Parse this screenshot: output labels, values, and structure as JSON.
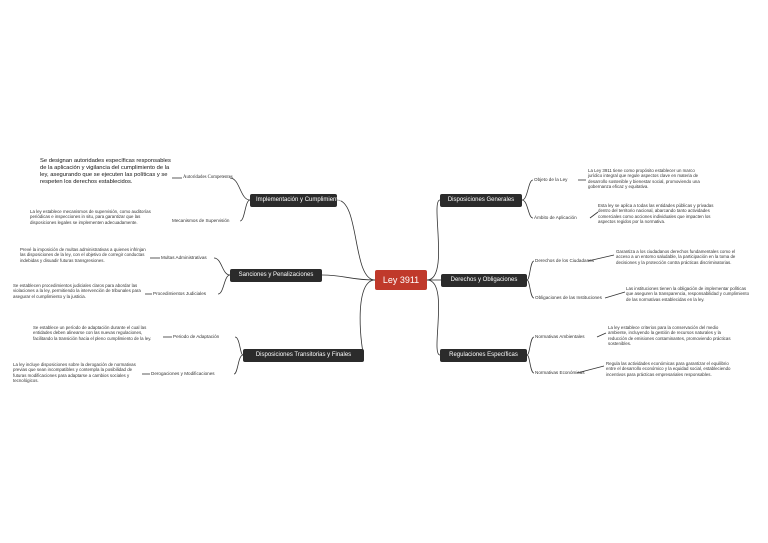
{
  "root": {
    "label": "Ley 3911"
  },
  "branches": {
    "implementacion": {
      "label": "Implementación y Cumplimiento",
      "children": [
        {
          "label": "Autoridades Competentes",
          "desc": "Se designan autoridades específicas responsables de la aplicación y vigilancia del cumplimiento de la ley, asegurando que se ejecuten las políticas y se respeten los derechos establecidos."
        },
        {
          "label": "Mecanismos de Supervisión",
          "desc": "La ley establece mecanismos de supervisión, como auditorías periódicas e inspecciones in situ, para garantizar que las disposiciones legales se implementen adecuadamente."
        }
      ]
    },
    "sanciones": {
      "label": "Sanciones y Penalizaciones",
      "children": [
        {
          "label": "Multas Administrativas",
          "desc": "Prevé la imposición de multas administrativas a quienes infrinjan las disposiciones de la ley, con el objetivo de corregir conductas indebidas y disuadir futuras transgresiones."
        },
        {
          "label": "Procedimientos Judiciales",
          "desc": "Se establecen procedimientos judiciales claros para abordar las violaciones a la ley, permitiendo la intervención de tribunales para asegurar el cumplimiento y la justicia."
        }
      ]
    },
    "transitorias": {
      "label": "Disposiciones Transitorias y Finales",
      "children": [
        {
          "label": "Periodo de Adaptación",
          "desc": "Se establece un período de adaptación durante el cual las entidades deben alinearse con las nuevas regulaciones, facilitando la transición hacia el pleno cumplimiento de la ley."
        },
        {
          "label": "Derogaciones y Modificaciones",
          "desc": "La ley incluye disposiciones sobre la derogación de normativas previas que sean incompatibles y contempla la posibilidad de futuras modificaciones para adaptarse a cambios sociales y tecnológicos."
        }
      ]
    },
    "generales": {
      "label": "Disposiciones Generales",
      "children": [
        {
          "label": "Objeto de la Ley",
          "desc": "La Ley 3911 tiene como propósito establecer un marco jurídico integral que regule aspectos clave en materia de desarrollo sostenible y bienestar social, promoviendo una gobernanza eficaz y equitativa."
        },
        {
          "label": "Ámbito de Aplicación",
          "desc": "Esta ley se aplica a todas las entidades públicas y privadas dentro del territorio nacional, abarcando tanto actividades comerciales como acciones individuales que impacten los aspectos regidos por la normativa."
        }
      ]
    },
    "derechos": {
      "label": "Derechos y Obligaciones",
      "children": [
        {
          "label": "Derechos de los Ciudadanos",
          "desc": "Garantiza a los ciudadanos derechos fundamentales como el acceso a un entorno saludable, la participación en la toma de decisiones y la protección contra prácticas discriminatorias."
        },
        {
          "label": "Obligaciones de las Instituciones",
          "desc": "Las instituciones tienen la obligación de implementar políticas que aseguren la transparencia, responsabilidad y cumplimiento de las normativas establecidas en la ley."
        }
      ]
    },
    "regulaciones": {
      "label": "Regulaciones Específicas",
      "children": [
        {
          "label": "Normativas Ambientales",
          "desc": "La ley establece criterios para la conservación del medio ambiente, incluyendo la gestión de recursos naturales y la reducción de emisiones contaminantes, promoviendo prácticas sostenibles."
        },
        {
          "label": "Normativas Económicas",
          "desc": "Regula las actividades económicas para garantizar el equilibrio entre el desarrollo económico y la equidad social, estableciendo incentivos para prácticas empresariales responsables."
        }
      ]
    }
  }
}
